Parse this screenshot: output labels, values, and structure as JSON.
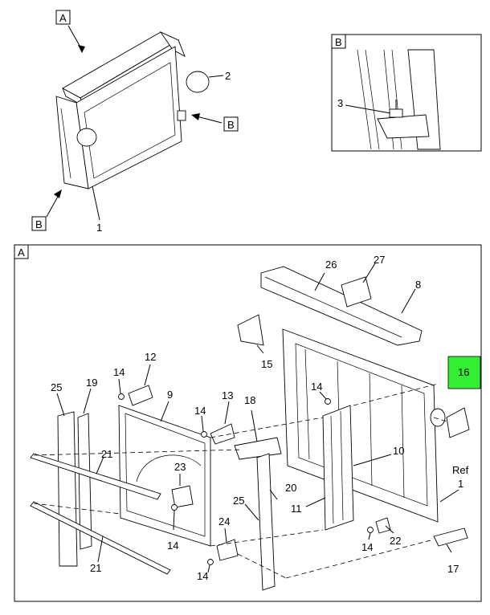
{
  "views": {
    "top_tag": "A",
    "detail_tag": "B",
    "left_tag": "B",
    "arrow_tag": "B",
    "main_tag": "A"
  },
  "callouts": {
    "c1": "1",
    "c2": "2",
    "c3": "3",
    "c26": "26",
    "c27": "27",
    "c8": "8",
    "c15": "15",
    "c16": "16",
    "c12": "12",
    "c9": "9",
    "c13": "13",
    "c18": "18",
    "c14a": "14",
    "c14b": "14",
    "c14c": "14",
    "c14d": "14",
    "c14e": "14",
    "c14f": "14",
    "c25a": "25",
    "c19": "19",
    "c21a": "21",
    "c21b": "21",
    "c23": "23",
    "c24": "24",
    "c20": "20",
    "c25b": "25",
    "c10": "10",
    "c11": "11",
    "c22": "22",
    "cref": "Ref",
    "c1b": "1",
    "c17": "17"
  },
  "colors": {
    "highlight": "#33ee33",
    "line": "#000000"
  }
}
